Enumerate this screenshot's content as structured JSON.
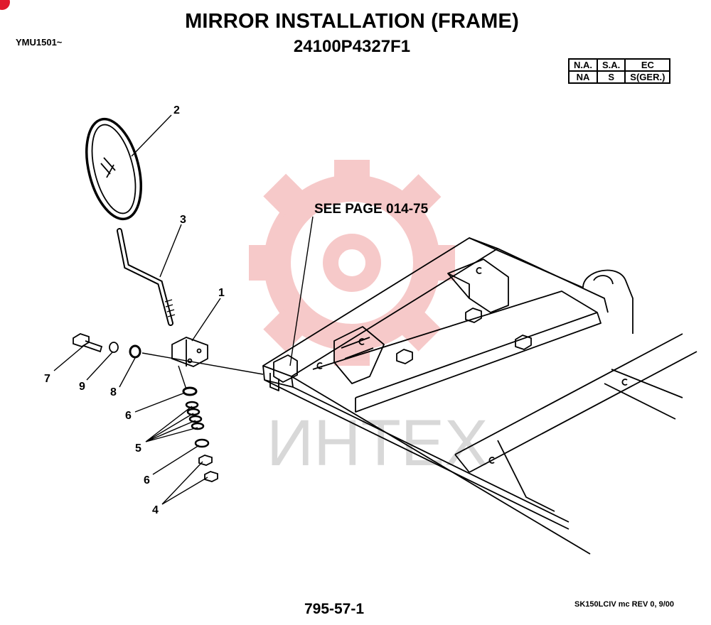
{
  "header": {
    "title": "MIRROR INSTALLATION (FRAME)",
    "part_number": "24100P4327F1",
    "serial": "YMU1501~"
  },
  "codes_table": {
    "headers": [
      "N.A.",
      "S.A.",
      "EC"
    ],
    "values": [
      "NA",
      "S",
      "S(GER.)"
    ]
  },
  "diagram": {
    "reference_note": "SEE PAGE 014-75",
    "callouts": [
      "1",
      "2",
      "3",
      "4",
      "5",
      "6",
      "6",
      "7",
      "8",
      "9"
    ],
    "watermark_text": "ИНТЕХ",
    "watermark_color": "#f6c4c4"
  },
  "footer": {
    "page": "795-57-1",
    "revision": "SK150LCIV mc REV 0, 9/00"
  }
}
